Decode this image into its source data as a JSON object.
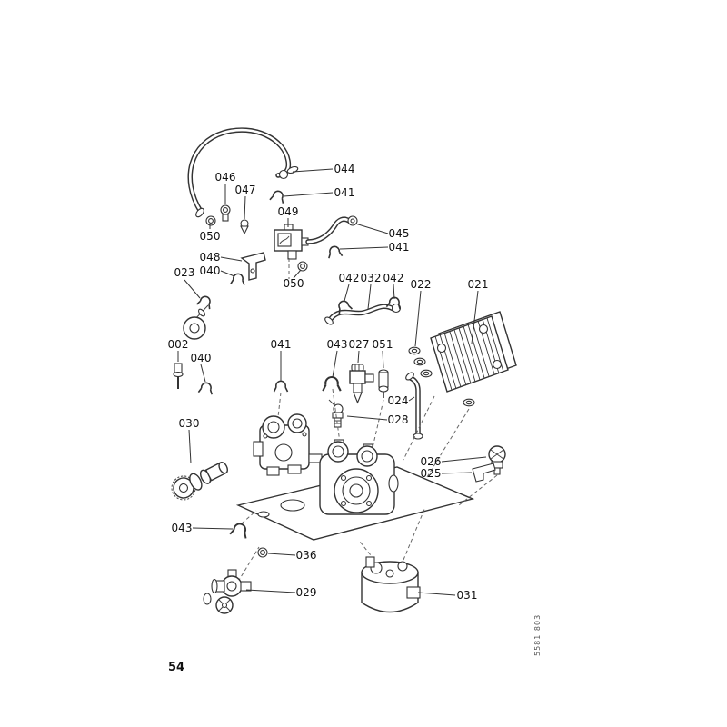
{
  "page": {
    "number": "54",
    "doc_code": "5581 803"
  },
  "diagram": {
    "ink": "#333333",
    "labels": [
      "044",
      "041",
      "046",
      "047",
      "049",
      "050",
      "045",
      "041",
      "048",
      "040",
      "023",
      "050",
      "042",
      "032",
      "042",
      "022",
      "021",
      "002",
      "040",
      "041",
      "043",
      "027",
      "051",
      "024",
      "028",
      "030",
      "026",
      "025",
      "043",
      "036",
      "029",
      "031"
    ]
  }
}
